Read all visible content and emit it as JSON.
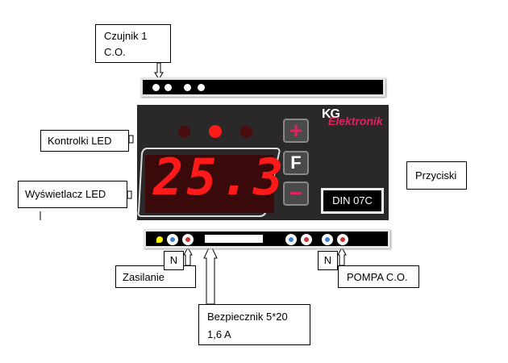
{
  "labels": {
    "sensor": [
      "Czujnik 1",
      "C.O."
    ],
    "leds": "Kontrolki LED",
    "display": "Wyświetlacz LED",
    "buttons": "Przyciski",
    "power": "Zasilanie",
    "neutral_1": "N",
    "neutral_2": "N",
    "pump": "POMPA C.O.",
    "fuse": [
      "Bezpiecznik 5*20",
      "1,6 A"
    ]
  },
  "device": {
    "logo_top": "KG",
    "logo_bottom": "Elektronik",
    "model": "DIN 07C",
    "display_value": "25.3",
    "buttons": [
      "+",
      "F",
      "−"
    ],
    "leds": [
      false,
      true,
      false
    ]
  },
  "colors": {
    "panel": "#2a2829",
    "led_on": "#ff1a1a",
    "led_off": "#4a0d0d",
    "accent": "#e0245e"
  }
}
